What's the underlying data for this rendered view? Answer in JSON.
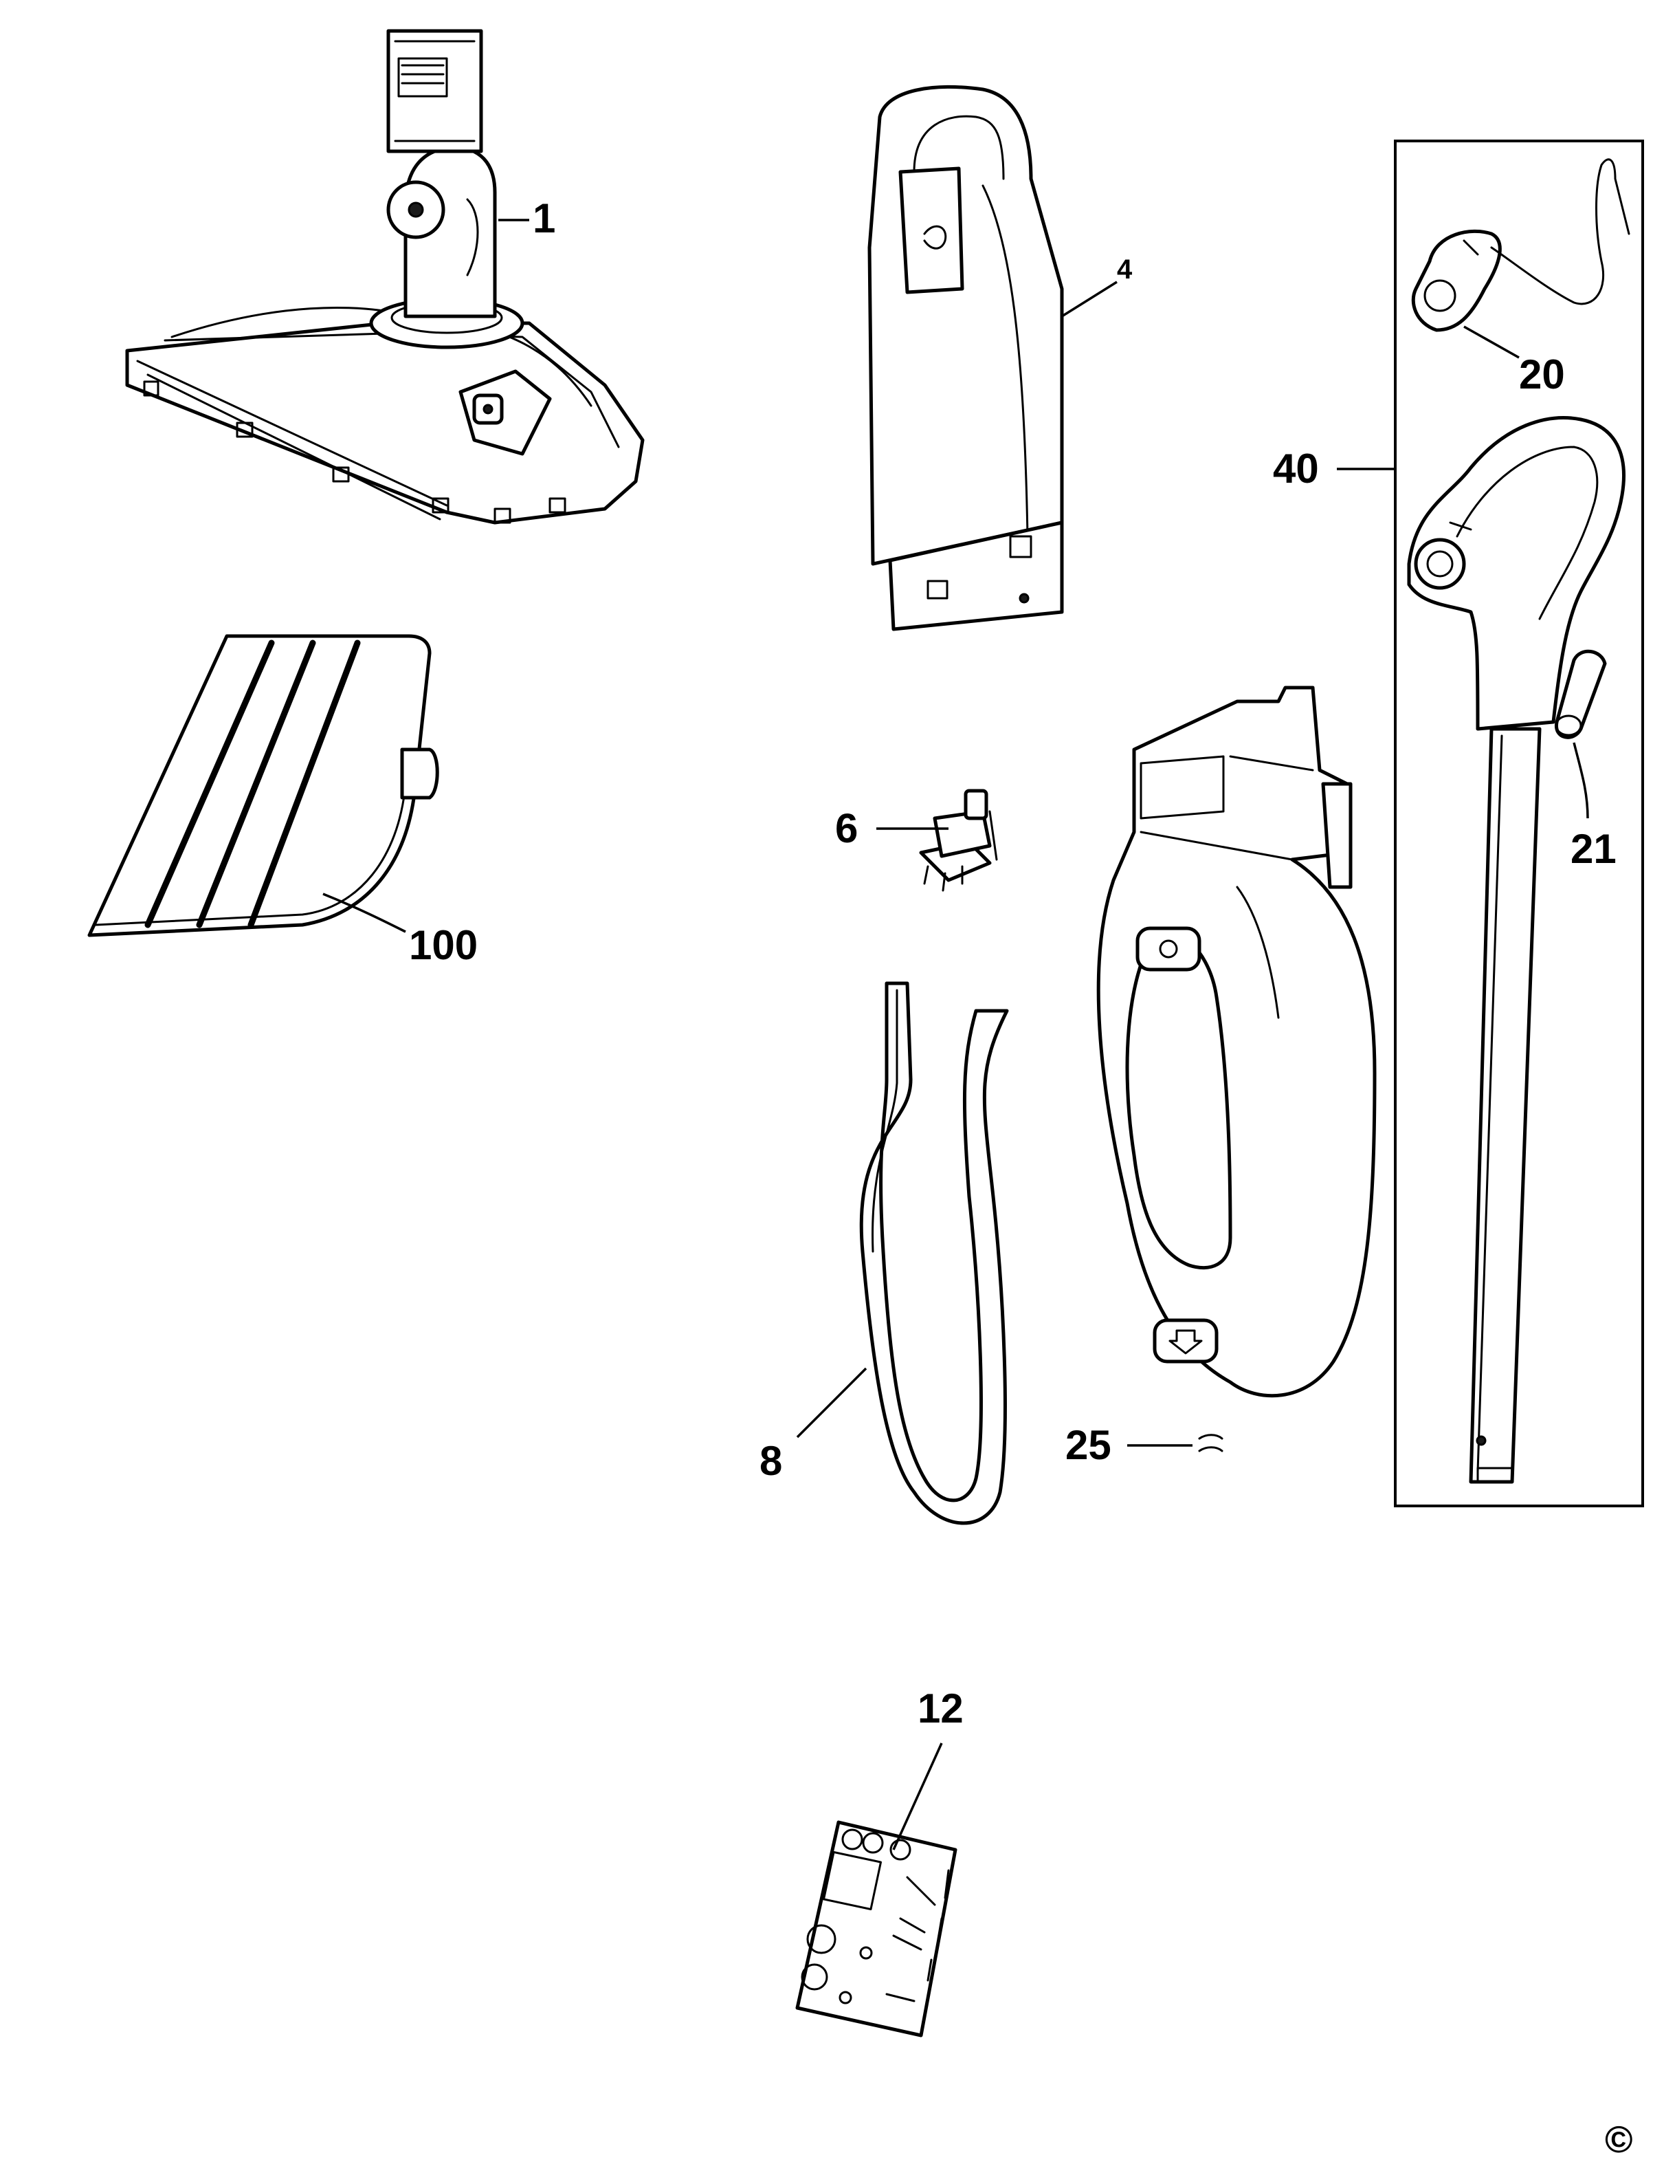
{
  "callouts": {
    "c1": "1",
    "c4": "4",
    "c6": "6",
    "c8": "8",
    "c12": "12",
    "c20": "20",
    "c21": "21",
    "c25": "25",
    "c40": "40",
    "c100": "100"
  },
  "copyright_symbol": "©",
  "colors": {
    "ink": "#000000",
    "paper": "#ffffff"
  }
}
